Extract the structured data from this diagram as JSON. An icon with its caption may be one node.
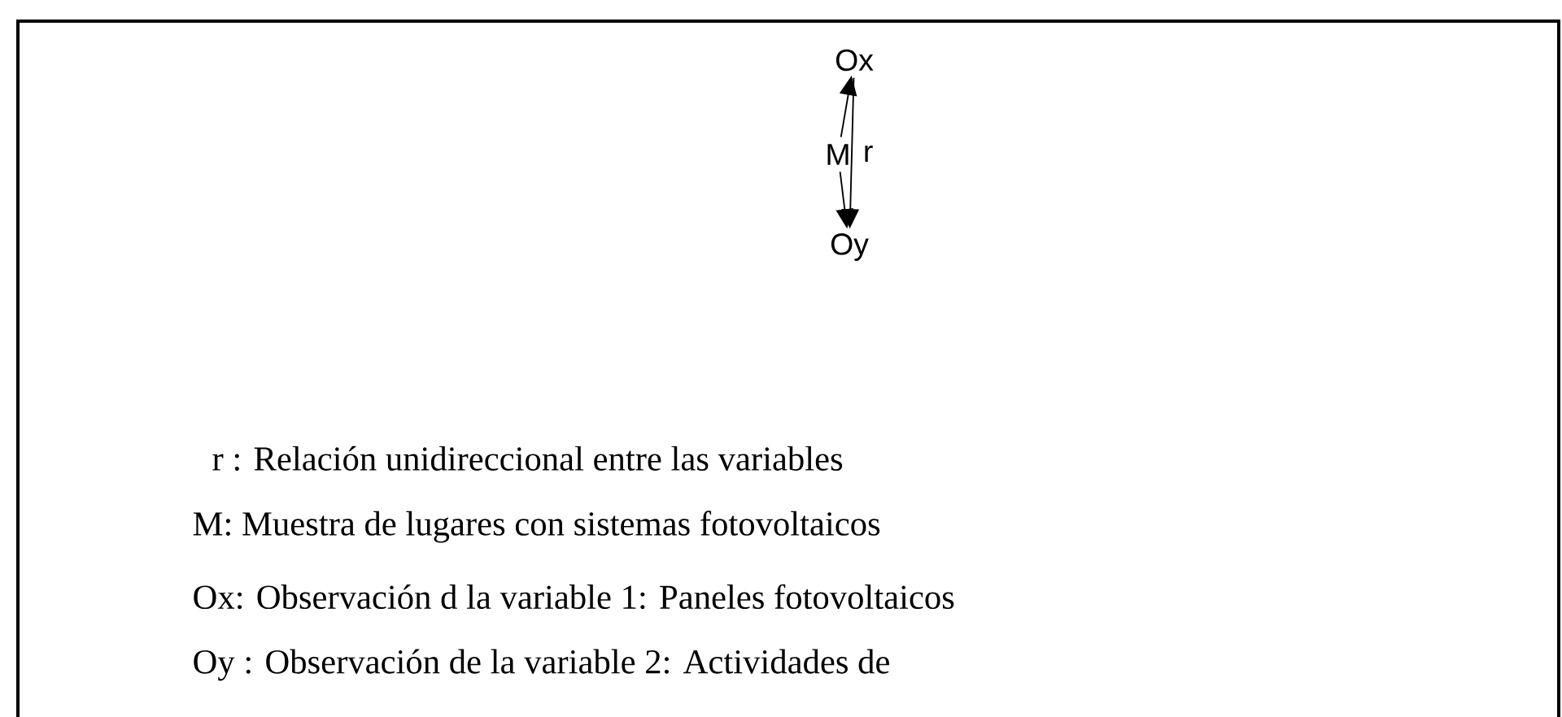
{
  "diagram": {
    "nodes": [
      {
        "text": [
          "Ox"
        ]
      },
      {
        "text": [
          "M"
        ]
      },
      {
        "text": [
          "Oy"
        ]
      }
    ],
    "edges": [
      {
        "from": 1,
        "to": 0,
        "arrow": "to"
      },
      {
        "from": 1,
        "to": 2,
        "arrow": "to"
      },
      {
        "from": 0,
        "to": 2,
        "arrow": "to",
        "label": "r"
      }
    ],
    "labels": [
      "r : Relación unidireccional entre las variables",
      "M: Muestra de lugares con sistemas fotovoltaicos",
      "Ox: Observación d la variable 1: Paneles fotovoltaicos",
      "Oy : Observación de la variable 2: Actividades de"
    ]
  }
}
